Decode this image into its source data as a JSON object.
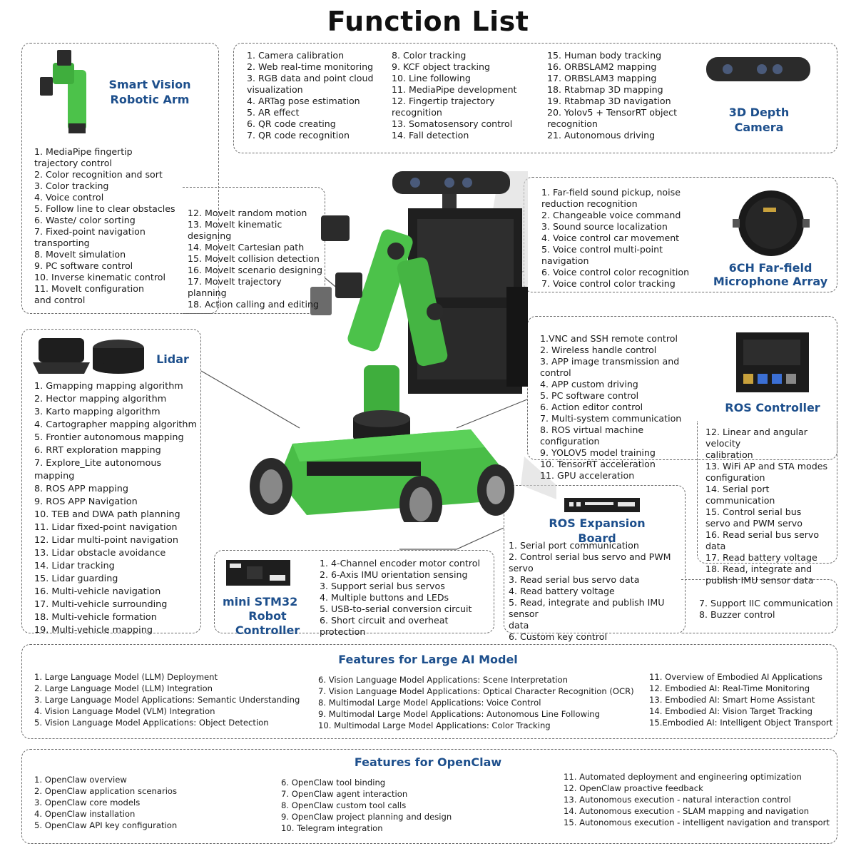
{
  "title": "Function List",
  "colors": {
    "accent": "#1d4f8c",
    "robot_green": "#4cc24a",
    "border": "#6b6b6b"
  },
  "arm": {
    "heading_line1": "Smart Vision",
    "heading_line2": "Robotic Arm",
    "items_left": [
      "1. MediaPipe fingertip",
      "trajectory control",
      "2. Color recognition and sort",
      "3. Color tracking",
      "4. Voice control",
      "5. Follow line to clear obstacles",
      "6. Waste/ color sorting",
      "7. Fixed-point navigation",
      "transporting",
      "8. MoveIt simulation",
      "9. PC software control",
      "10. Inverse kinematic  control",
      "11. MoveIt configuration",
      "and control"
    ],
    "items_right": [
      "12. MoveIt random motion",
      "13. MoveIt kinematic",
      "designing",
      "14. MoveIt Cartesian path",
      "15. MoveIt collision detection",
      "16. MoveIt scenario designing",
      "17. MoveIt trajectory planning",
      "18. Action calling and editing"
    ]
  },
  "camera": {
    "heading_line1": "3D Depth",
    "heading_line2": "Camera",
    "col1": [
      "1. Camera calibration",
      "2. Web real-time monitoring",
      "3. RGB data and point cloud",
      "visualization",
      "4. ARTag pose estimation",
      "5. AR effect",
      "6. QR code creating",
      "7. QR code recognition"
    ],
    "col2": [
      "8. Color tracking",
      "9. KCF object tracking",
      "10. Line following",
      "11. MediaPipe development",
      "12. Fingertip trajectory",
      "recognition",
      "13. Somatosensory control",
      "14. Fall detection"
    ],
    "col3": [
      "15. Human body tracking",
      "16. ORBSLAM2 mapping",
      "17. ORBSLAM3 mapping",
      "18. Rtabmap 3D mapping",
      "19. Rtabmap 3D navigation",
      "20. Yolov5 + TensorRT object",
      "recognition",
      "21. Autonomous driving"
    ]
  },
  "mic": {
    "heading_line1": "6CH Far-field",
    "heading_line2": "Microphone Array",
    "items": [
      "1. Far-field sound pickup, noise",
      "reduction recognition",
      "2. Changeable voice command",
      "3. Sound source localization",
      "4. Voice control car movement",
      "5. Voice control multi-point",
      "navigation",
      "6. Voice control color recognition",
      "7. Voice control color tracking"
    ]
  },
  "lidar": {
    "heading": "Lidar",
    "items": [
      "1. Gmapping mapping algorithm",
      "2. Hector mapping algorithm",
      "3. Karto mapping algorithm",
      "4. Cartographer mapping algorithm",
      "5. Frontier autonomous mapping",
      "6. RRT exploration mapping",
      "7. Explore_Lite autonomous mapping",
      "8. ROS APP mapping",
      "9. ROS APP Navigation",
      "10. TEB and DWA path planning",
      "11. Lidar fixed-point navigation",
      "12. Lidar multi-point navigation",
      "13. Lidar obstacle avoidance",
      "14. Lidar tracking",
      "15. Lidar guarding",
      "16. Multi-vehicle navigation",
      "17. Multi-vehicle surrounding",
      "18. Multi-vehicle formation",
      "19. Multi-vehicle mapping"
    ]
  },
  "ros_controller": {
    "heading": "ROS Controller",
    "items_top": [
      "1.VNC and SSH remote control",
      "2. Wireless handle control",
      "3. APP image transmission and control",
      "4. APP custom driving",
      "5. PC software control",
      "6. Action editor control",
      "7. Multi-system communication",
      "8. ROS virtual machine configuration",
      "9. YOLOV5 model training",
      "10. TensorRT acceleration",
      "11. GPU acceleration"
    ],
    "items_right": [
      "12. Linear and angular velocity",
      "calibration",
      "13. WiFi AP and STA modes",
      "configuration",
      "14. Serial port communication",
      "15. Control serial bus",
      "servo and PWM servo",
      "16. Read serial bus servo data",
      "17. Read battery voltage",
      "18. Read, integrate and",
      "publish IMU sensor data"
    ]
  },
  "expansion": {
    "heading": "ROS Expansion Board",
    "items": [
      "1. Serial port communication",
      "2. Control serial bus servo and PWM servo",
      "3. Read serial bus servo data",
      "4. Read battery voltage",
      "5. Read, integrate and publish IMU sensor",
      "data",
      "6. Custom key control"
    ],
    "items_right": [
      "7. Support IIC communication",
      "8. Buzzer control"
    ]
  },
  "stm32": {
    "heading_line1": "mini STM32",
    "heading_line2": "Robot Controller",
    "items": [
      "1. 4-Channel encoder motor control",
      "2. 6-Axis IMU orientation sensing",
      "3. Support serial bus servos",
      "4. Multiple buttons and LEDs",
      "5. USB-to-serial conversion circuit",
      "6. Short circuit and overheat protection"
    ]
  },
  "ai": {
    "heading": "Features for Large AI Model",
    "col1": [
      "1. Large Language Model (LLM) Deployment",
      "2. Large Language Model (LLM) Integration",
      "3. Large Language Model Applications: Semantic Understanding",
      "4. Vision Language Model (VLM) Integration",
      "5. Vision Language Model Applications: Object Detection"
    ],
    "col2": [
      "6. Vision Language Model Applications: Scene Interpretation",
      "7. Vision Language Model Applications: Optical Character Recognition (OCR)",
      "8. Multimodal Large Model Applications: Voice Control",
      "9. Multimodal Large Model  Applications: Autonomous Line Following",
      "10. Multimodal Large Model  Applications: Color Tracking"
    ],
    "col3": [
      "11. Overview of Embodied AI Applications",
      "12. Embodied AI: Real-Time Monitoring",
      "13. Embodied AI: Smart Home Assistant",
      "14. Embodied AI: Vision Target Tracking",
      "15.Embodied AI: Intelligent Object Transport"
    ]
  },
  "openclaw": {
    "heading": "Features for OpenClaw",
    "col1": [
      "1. OpenClaw overview",
      "2. OpenClaw application scenarios",
      "3. OpenClaw core models",
      "4. OpenClaw installation",
      "5. OpenClaw API key configuration"
    ],
    "col2": [
      "6. OpenClaw tool binding",
      "7. OpenClaw agent interaction",
      "8. OpenClaw custom tool calls",
      "9. OpenClaw project planning and design",
      "10. Telegram integration"
    ],
    "col3": [
      "11. Automated deployment and engineering optimization",
      "12. OpenClaw proactive feedback",
      "13. Autonomous execution - natural interaction control",
      "14. Autonomous execution - SLAM mapping and navigation",
      "15. Autonomous execution - intelligent navigation and transport"
    ]
  }
}
